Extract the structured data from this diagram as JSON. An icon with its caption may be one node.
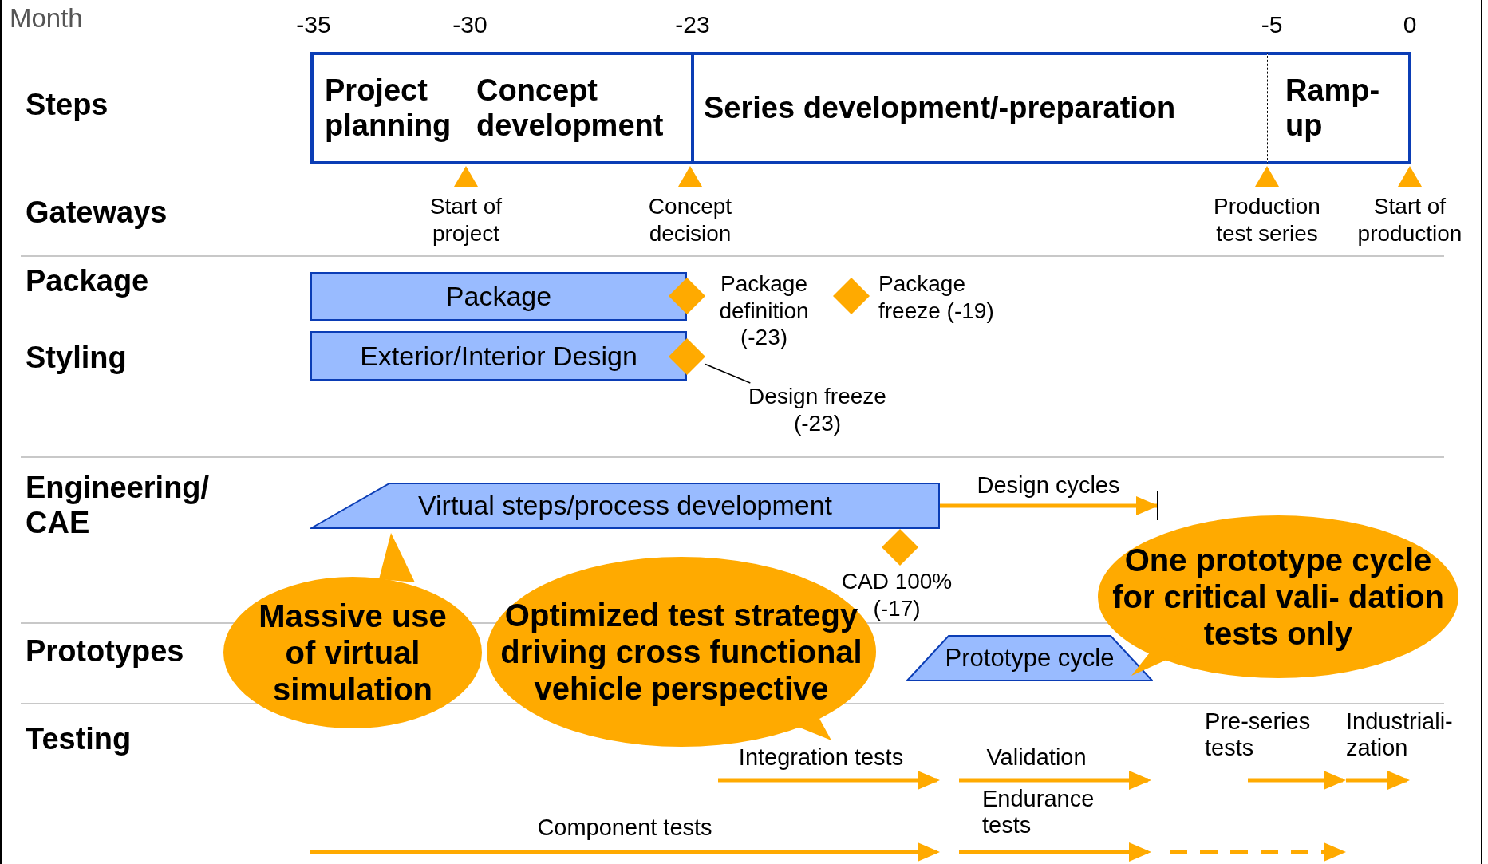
{
  "diagram": {
    "nodes": [
      {
        "text": [
          "Project planning"
        ]
      },
      {
        "text": [
          "Concept development"
        ]
      },
      {
        "text": [
          "Series development/-preparation"
        ]
      },
      {
        "text": [
          "Ramp- up"
        ]
      },
      {
        "text": [
          "Start of project"
        ]
      },
      {
        "text": [
          "Concept decision"
        ]
      },
      {
        "text": [
          "Production test series"
        ]
      },
      {
        "text": [
          "Start of production"
        ]
      },
      {
        "text": [
          "Package"
        ]
      },
      {
        "text": [],
        "shape": "diamond",
        "beside": [
          "Package definition (-23)"
        ]
      },
      {
        "text": [],
        "shape": "diamond",
        "beside": [
          "Package freeze (-19)"
        ]
      },
      {
        "text": [
          "Exterior/Interior Design"
        ]
      },
      {
        "text": [],
        "shape": "diamond"
      },
      {
        "text": [
          "Design freeze (-23)"
        ]
      },
      {
        "text": [
          "Virtual steps/process development"
        ]
      },
      {
        "text": [],
        "shape": "diamond",
        "beside": [
          "CAD 100% (-17)"
        ]
      },
      {
        "text": [
          "Prototype cycle"
        ]
      },
      {
        "text": [
          "Massive use of virtual simulation"
        ]
      },
      {
        "text": [
          "Optimized test strategy driving cross functional vehicle perspective"
        ]
      },
      {
        "text": [
          "One prototype cycle for critical vali- dation tests only"
        ]
      },
      {
        "text": [],
        "shape": "bar"
      }
    ],
    "edges": [
      {
        "from": 13,
        "to": 12,
        "arrow": "none"
      },
      {
        "from": 14,
        "to": 20,
        "arrow": "to",
        "label": "Design cycles",
        "style": "thick",
        "color": "#ffaa00"
      }
    ],
    "labels": [
      "Month",
      "-35",
      "-30",
      "-23",
      "-5",
      "0",
      "Steps",
      "Gateways",
      "Package",
      "Styling",
      "Engineering/ CAE",
      "Prototypes",
      "Testing",
      "Pre-series tests",
      "Industriali- zation",
      "Integration tests",
      "Validation",
      "Endurance tests",
      "Component tests"
    ]
  }
}
